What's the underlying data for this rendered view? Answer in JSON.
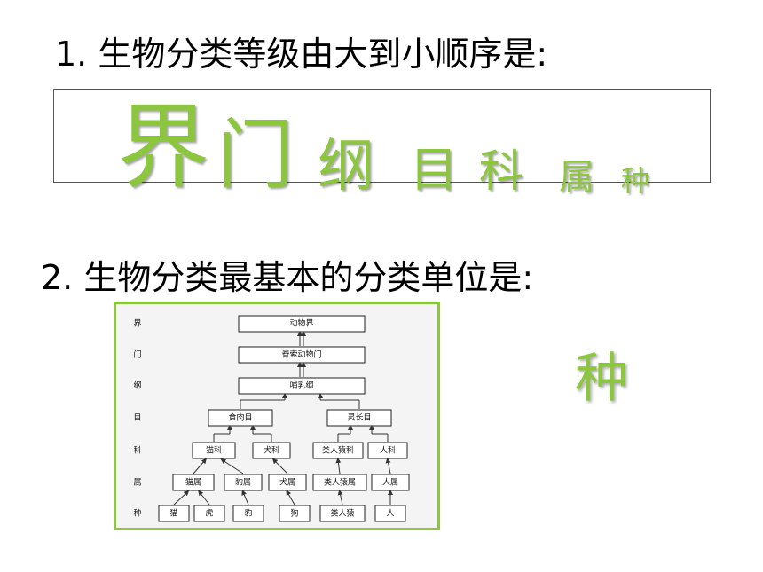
{
  "question1": "1. 生物分类等级由大到小顺序是:",
  "ranks": [
    "界",
    "门",
    "纲",
    "目",
    "科",
    "属",
    "种"
  ],
  "question2": "2. 生物分类最基本的分类单位是:",
  "answer2": "种",
  "tree": {
    "rank_labels": [
      "界",
      "门",
      "纲",
      "目",
      "科",
      "属",
      "种"
    ],
    "kingdom": "动物界",
    "phylum": "脊索动物门",
    "class": "哺乳纲",
    "orders": [
      "食肉目",
      "灵长目"
    ],
    "families": [
      "猫科",
      "犬科",
      "类人猿科",
      "人科"
    ],
    "genera": [
      "豹属",
      "犬属",
      "类人猿属",
      "人属",
      "猫属"
    ],
    "species": [
      "猫",
      "虎",
      "豹",
      "狗",
      "类人猿",
      "人"
    ]
  },
  "colors": {
    "accent": "#8cc63f"
  }
}
